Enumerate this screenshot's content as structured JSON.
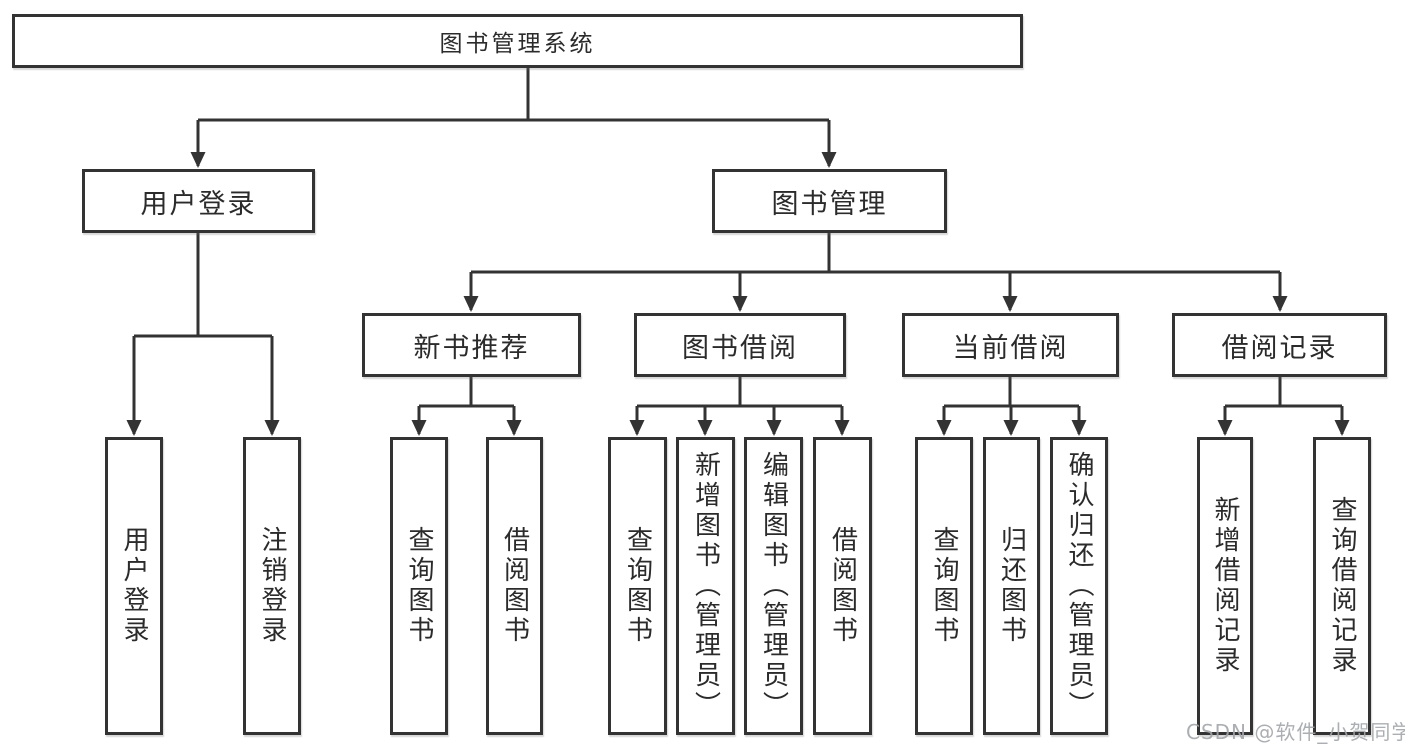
{
  "diagram_type": "tree",
  "colors": {
    "line": "#333333",
    "box_border": "#333333",
    "box_background": "#ffffff",
    "text": "#2b2b2b",
    "watermark": "#a3a6aa",
    "background": "#ffffff"
  },
  "watermark": {
    "text": "CSDN @软件_小贺同学"
  },
  "nodes": [
    {
      "id": "root",
      "label": "图书管理系统",
      "parent": null
    },
    {
      "id": "user-login",
      "label": "用户登录",
      "parent": "root"
    },
    {
      "id": "book-management",
      "label": "图书管理",
      "parent": "root"
    },
    {
      "id": "new-book-recommend",
      "label": "新书推荐",
      "parent": "book-management"
    },
    {
      "id": "book-borrowing",
      "label": "图书借阅",
      "parent": "book-management"
    },
    {
      "id": "current-borrowing",
      "label": "当前借阅",
      "parent": "book-management"
    },
    {
      "id": "borrowing-records",
      "label": "借阅记录",
      "parent": "book-management"
    },
    {
      "id": "leaf-user-login",
      "label": "用户登录",
      "parent": "user-login"
    },
    {
      "id": "leaf-logout",
      "label": "注销登录",
      "parent": "user-login"
    },
    {
      "id": "leaf-query-books-1",
      "label": "查询图书",
      "parent": "new-book-recommend"
    },
    {
      "id": "leaf-borrow-books-1",
      "label": "借阅图书",
      "parent": "new-book-recommend"
    },
    {
      "id": "leaf-query-books-2",
      "label": "查询图书",
      "parent": "book-borrowing"
    },
    {
      "id": "leaf-add-books",
      "label": "新增图书（管理员）",
      "parent": "book-borrowing"
    },
    {
      "id": "leaf-edit-books",
      "label": "编辑图书（管理员）",
      "parent": "book-borrowing"
    },
    {
      "id": "leaf-borrow-books-2",
      "label": "借阅图书",
      "parent": "book-borrowing"
    },
    {
      "id": "leaf-query-books-3",
      "label": "查询图书",
      "parent": "current-borrowing"
    },
    {
      "id": "leaf-return-books",
      "label": "归还图书",
      "parent": "current-borrowing"
    },
    {
      "id": "leaf-confirm-return",
      "label": "确认归还（管理员）",
      "parent": "current-borrowing"
    },
    {
      "id": "leaf-add-record",
      "label": "新增借阅记录",
      "parent": "borrowing-records"
    },
    {
      "id": "leaf-query-record",
      "label": "查询借阅记录",
      "parent": "borrowing-records"
    }
  ]
}
